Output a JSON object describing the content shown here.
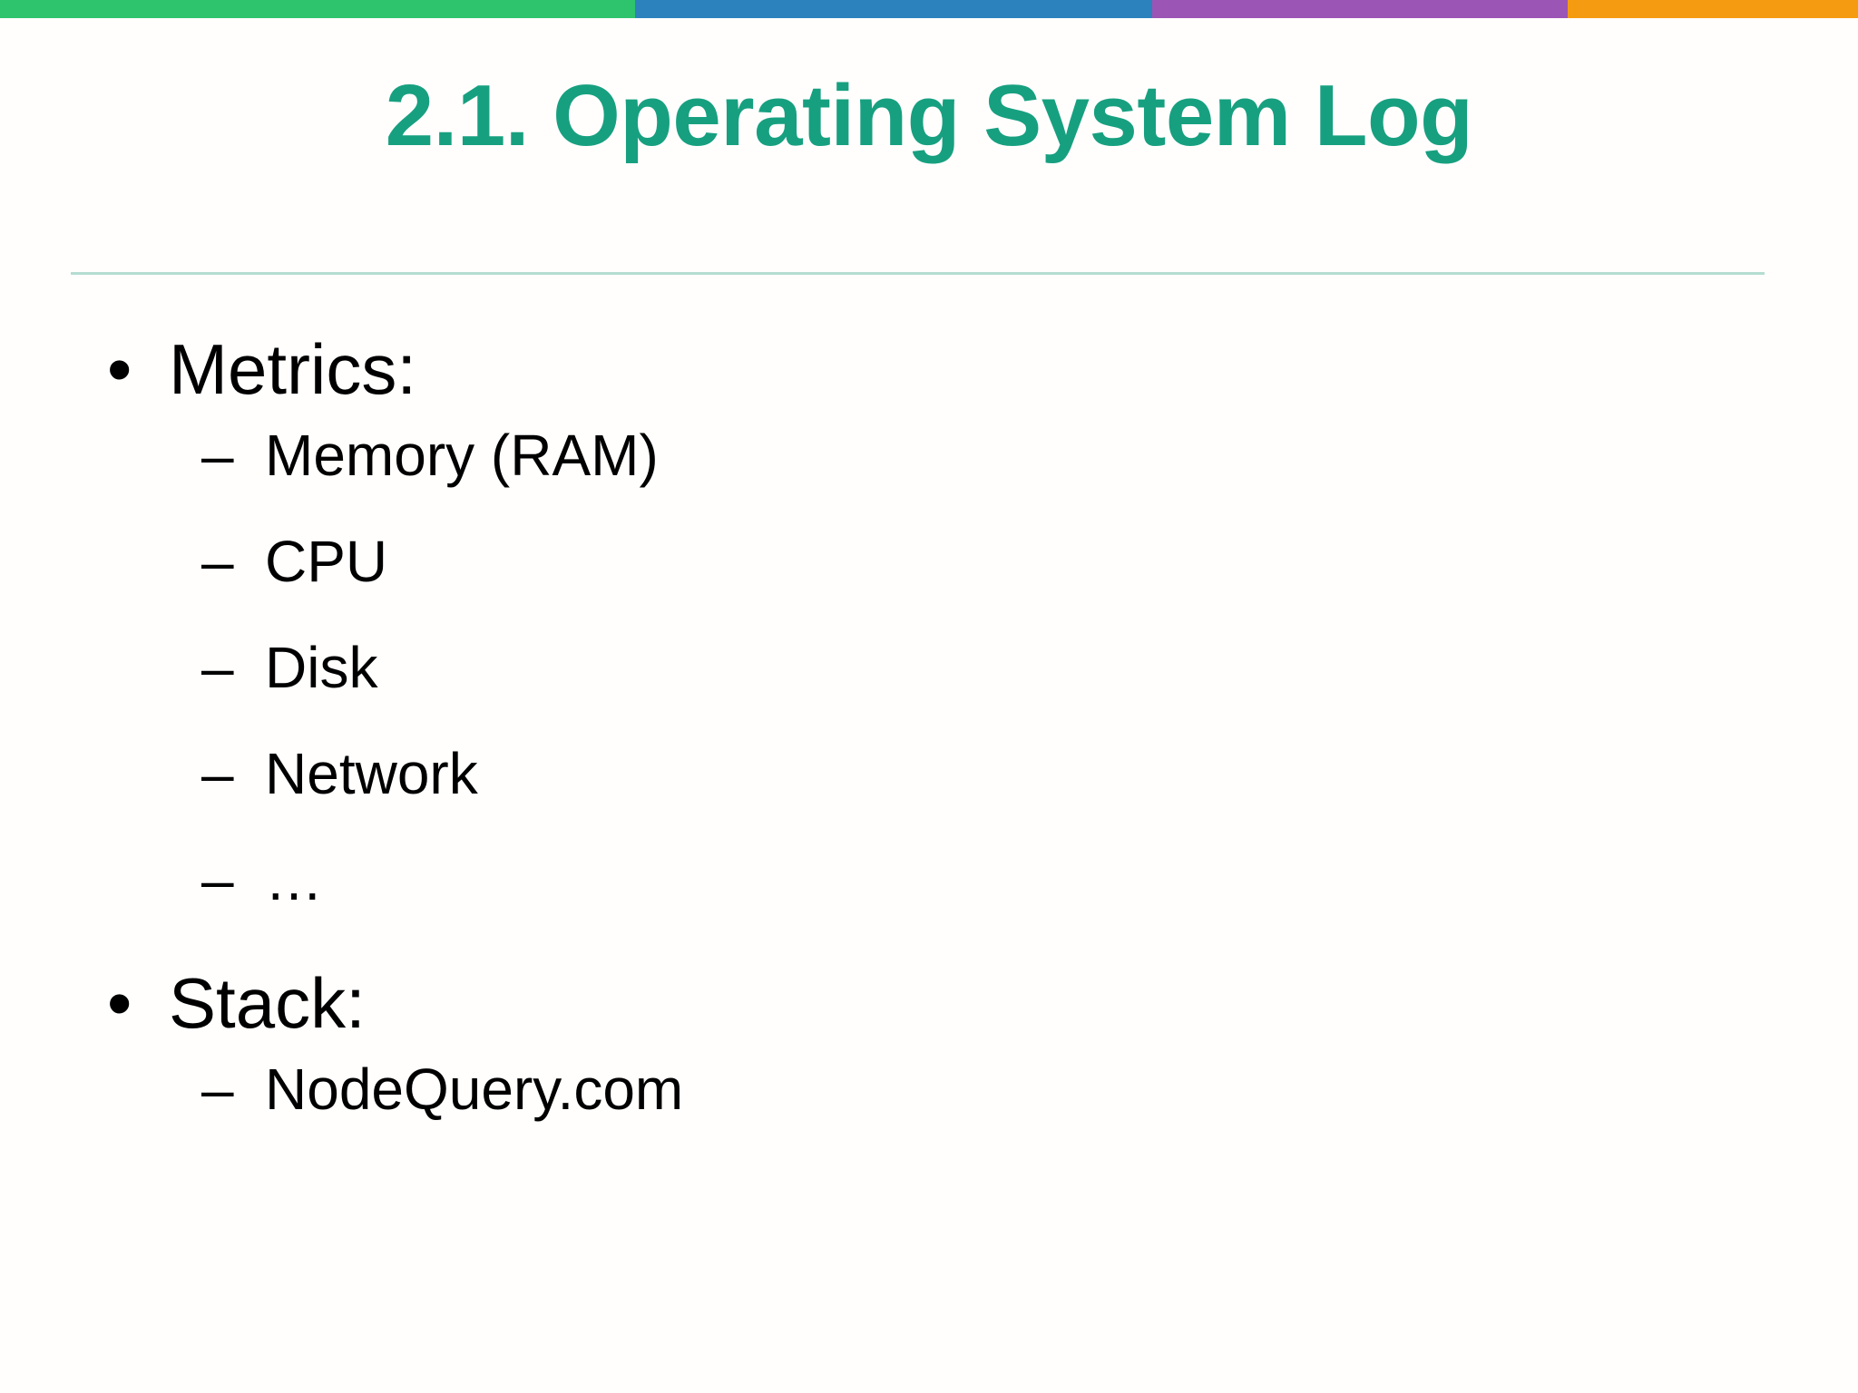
{
  "slide": {
    "title": "2.1. Operating System Log",
    "title_color": "#17a080",
    "background_color": "#fffefd",
    "divider_color": "#b5ddd2"
  },
  "topbar": {
    "segments": [
      {
        "name": "green",
        "color": "#2ec46d"
      },
      {
        "name": "blue",
        "color": "#2b82bd"
      },
      {
        "name": "purple",
        "color": "#9b55b5"
      },
      {
        "name": "orange",
        "color": "#f59b12"
      }
    ]
  },
  "body": {
    "bullet_glyph": "•",
    "dash_glyph": "–",
    "items": [
      {
        "level": 1,
        "label": "Metrics:"
      },
      {
        "level": 2,
        "label": "Memory (RAM)"
      },
      {
        "level": 2,
        "label": "CPU"
      },
      {
        "level": 2,
        "label": "Disk"
      },
      {
        "level": 2,
        "label": "Network"
      },
      {
        "level": 2,
        "label": "…"
      },
      {
        "level": 1,
        "label": "Stack:"
      },
      {
        "level": 2,
        "label": "NodeQuery.com"
      }
    ]
  }
}
